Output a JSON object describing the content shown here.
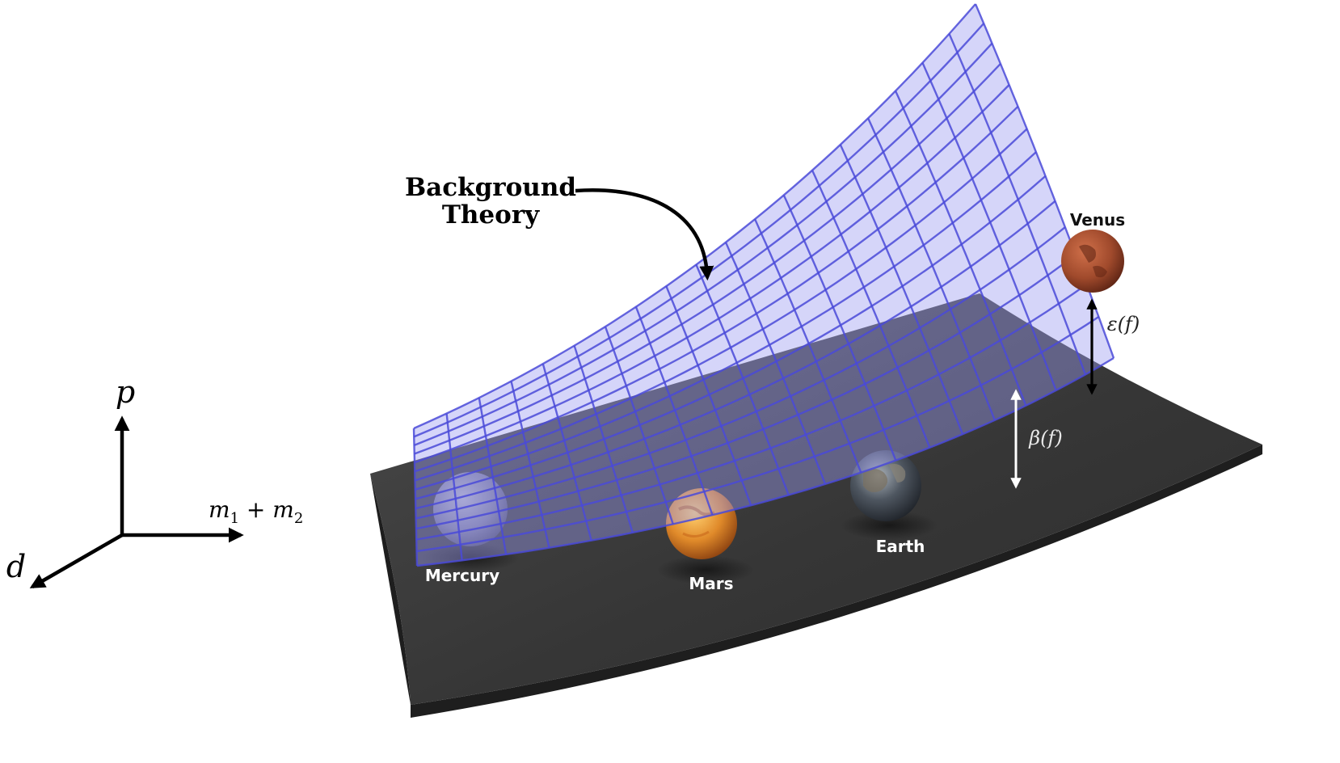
{
  "annotation": {
    "line1": "Background",
    "line2": "Theory"
  },
  "axes": {
    "p_label": "p",
    "d_label": "d",
    "mass_label_main": "m",
    "mass_sub1": "1",
    "mass_plus": " + m",
    "mass_sub2": "2"
  },
  "planets": {
    "venus": "Venus",
    "earth": "Earth",
    "mars": "Mars",
    "mercury": "Mercury"
  },
  "offsets": {
    "epsilon": "ε(f)",
    "beta": "β(f)"
  },
  "colors": {
    "surface": "#3a3a3a",
    "mesh_fill": "#9a9cf0",
    "mesh_line": "#4a4ad8",
    "venus": "#a04a2c",
    "earth": "#3b4048",
    "mars": "#e08a2a",
    "mercury": "#8a8ab0"
  }
}
